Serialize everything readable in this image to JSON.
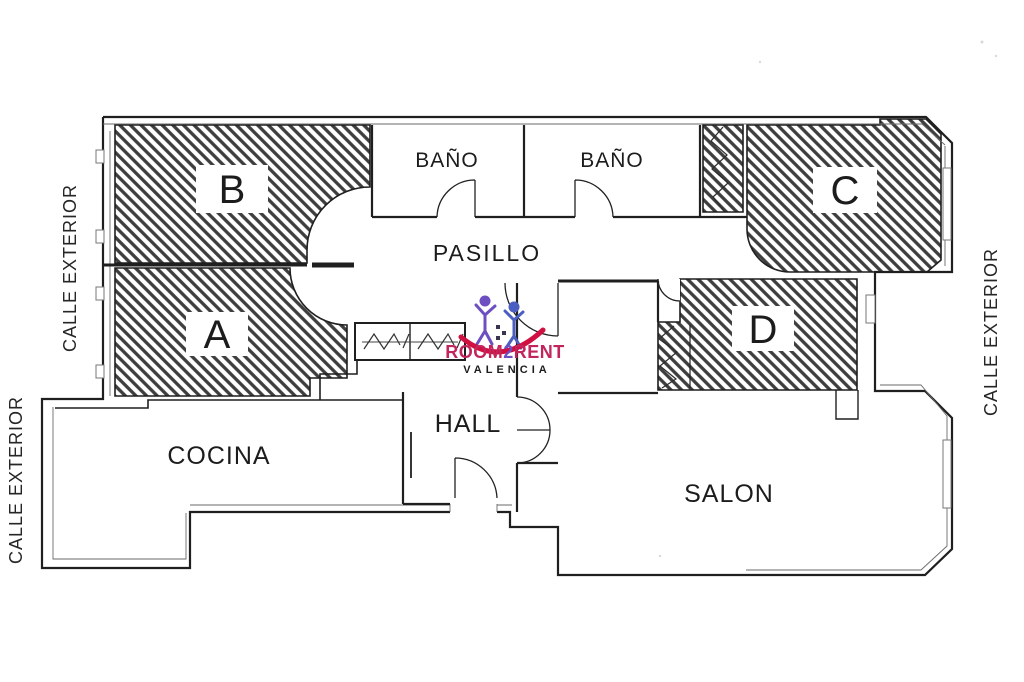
{
  "streets": {
    "top_left": "CALLE EXTERIOR",
    "bottom_left": "CALLE EXTERIOR",
    "right": "CALLE EXTERIOR"
  },
  "rooms": {
    "room_b": "B",
    "room_a": "A",
    "room_c": "C",
    "room_d": "D",
    "bath_left": "BAÑO",
    "bath_right": "BAÑO",
    "corridor": "PASILLO",
    "hall": "HALL",
    "kitchen": "COCINA",
    "living": "SALON"
  },
  "logo": {
    "brand_pre": "ROOM",
    "brand_mid": "2",
    "brand_post": "RENT",
    "city": "VALENCIA",
    "colors": {
      "magenta": "#c2255c",
      "purple": "#6d4fc2",
      "blue": "#4a5fc1",
      "red": "#d01040",
      "dark": "#3a3450"
    }
  },
  "plan": {
    "colors": {
      "hatch": "#3d3d3d",
      "wall": "#1f1f1f",
      "thin": "#6a6a6a"
    }
  }
}
